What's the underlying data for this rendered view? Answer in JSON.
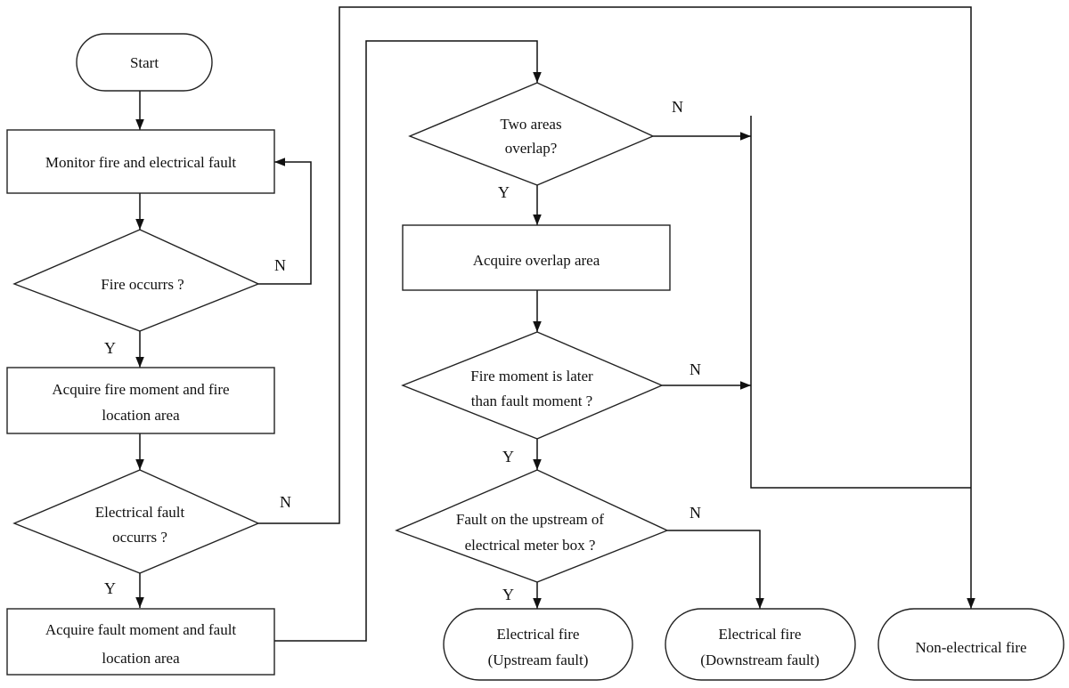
{
  "nodes": {
    "start": "Start",
    "monitor": "Monitor fire and electrical fault",
    "fire_occurs": "Fire occurrs ?",
    "acquire_fire_1": "Acquire fire moment and fire",
    "acquire_fire_2": "location area",
    "elec_fault_1": "Electrical fault",
    "elec_fault_2": "occurrs ?",
    "acquire_fault_1": "Acquire fault moment and fault",
    "acquire_fault_2": "location area",
    "two_areas_1": "Two areas",
    "two_areas_2": "overlap?",
    "acquire_overlap": "Acquire overlap area",
    "fire_later_1": "Fire moment is later",
    "fire_later_2": "than fault moment ?",
    "upstream_1": "Fault on the upstream of",
    "upstream_2": "electrical meter box ?",
    "ef_up_1": "Electrical fire",
    "ef_up_2": "(Upstream fault)",
    "ef_down_1": "Electrical fire",
    "ef_down_2": "(Downstream fault)",
    "non_elec": "Non-electrical fire"
  },
  "branch": {
    "yes": "Y",
    "no": "N"
  }
}
